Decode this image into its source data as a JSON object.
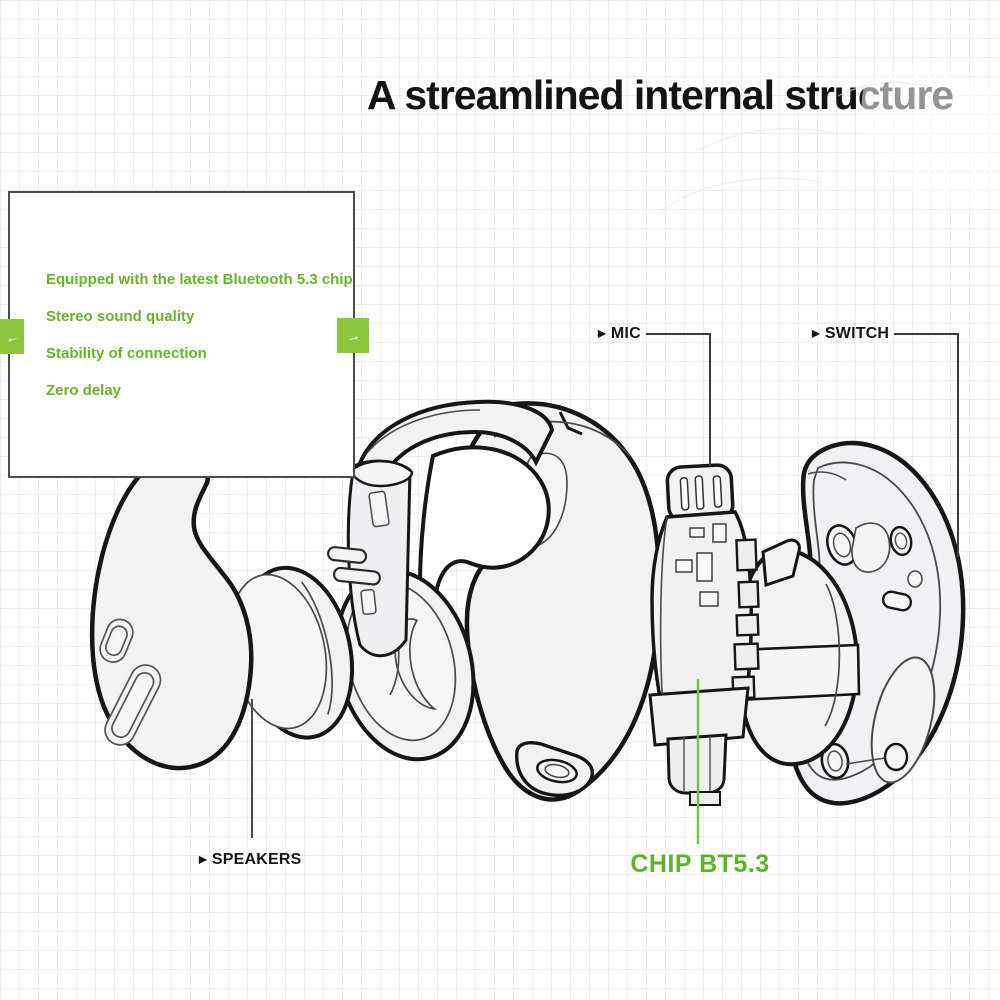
{
  "theme": {
    "accent-green": "#68b42d",
    "button-green": "#8dc63f",
    "chip-green": "#5cb32b",
    "line-dark": "#3b3b3b",
    "chip-line": "#7cc33e",
    "ink": "#161616",
    "grid": "#eeeef2"
  },
  "header": {
    "title": "A streamlined internal structure"
  },
  "features": {
    "items": [
      "Equipped with the latest Bluetooth 5.3 chip",
      "Stereo sound quality",
      "Stability of connection",
      "Zero delay"
    ]
  },
  "carousel": {
    "prev_icon": "←",
    "next_icon": "→"
  },
  "callouts": {
    "marker": "▶",
    "mic": "MIC",
    "switch": "SWITCH",
    "speakers": "SPEAKERS",
    "chip": "CHIP BT5.3"
  }
}
